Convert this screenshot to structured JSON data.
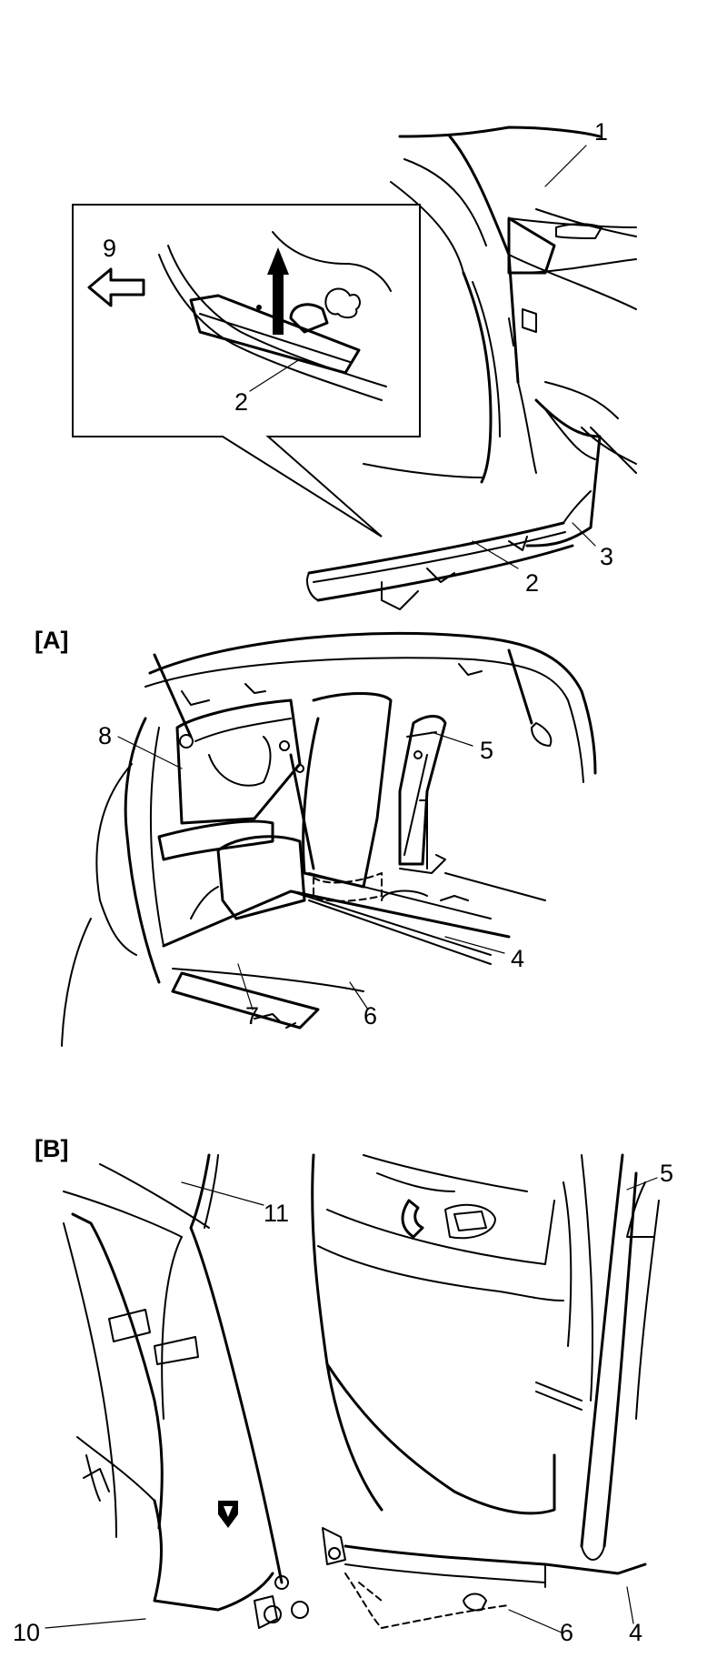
{
  "sections": {
    "a": "[A]",
    "b": "[B]"
  },
  "callouts": {
    "c1": "1",
    "c2a": "2",
    "c2b": "2",
    "c3": "3",
    "c9": "9",
    "c4a": "4",
    "c5a": "5",
    "c6a": "6",
    "c7": "7",
    "c8": "8",
    "c4b": "4",
    "c5b": "5",
    "c6b": "6",
    "c10": "10",
    "c11": "11"
  },
  "icons": {
    "direction_arrow": "hollow-left-arrow-icon",
    "lift_arrow": "up-arrow-icon"
  }
}
